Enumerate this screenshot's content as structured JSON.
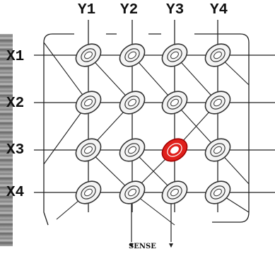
{
  "diagram": {
    "column_labels": [
      "Y1",
      "Y2",
      "Y3",
      "Y4"
    ],
    "row_labels": [
      "X1",
      "X2",
      "X3",
      "X4"
    ],
    "sense_label": "SENSE",
    "selected_core": {
      "row": 3,
      "col": 3
    },
    "colors": {
      "wire": "#222222",
      "core_fill": "#f4f4f4",
      "core_stroke": "#333333",
      "selected_core": "#e0201b",
      "text": "#111111"
    }
  }
}
